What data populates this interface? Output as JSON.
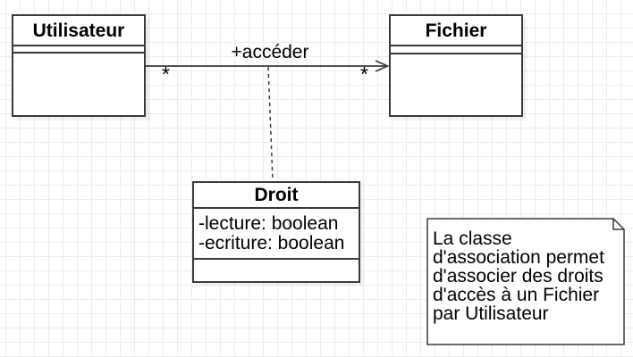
{
  "diagram": {
    "classes": [
      {
        "name": "Utilisateur",
        "attributes": [],
        "methods": []
      },
      {
        "name": "Fichier",
        "attributes": [],
        "methods": []
      },
      {
        "name": "Droit",
        "attributes": [
          "-lecture: boolean",
          "-ecriture: boolean"
        ],
        "methods": []
      }
    ],
    "association": {
      "label": "+accéder",
      "source": "Utilisateur",
      "target": "Fichier",
      "source_multiplicity": "*",
      "target_multiplicity": "*",
      "association_class": "Droit"
    },
    "note": {
      "lines": [
        "La classe",
        "d'association permet",
        "d'associer des droits",
        "d'accès à un Fichier",
        "par Utilisateur"
      ]
    },
    "colors": {
      "stroke": "#3a3a3a",
      "shape_fill": "#ffffff",
      "grid": "#ececec",
      "text": "#000000"
    }
  }
}
